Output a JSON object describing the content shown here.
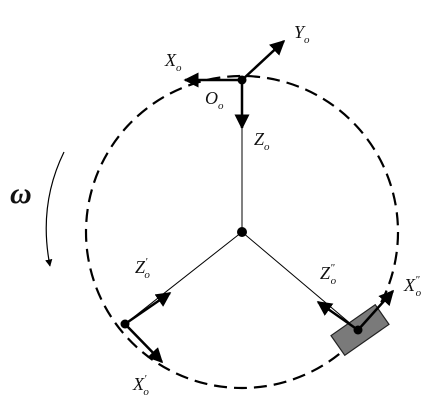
{
  "diagram": {
    "type": "rotating-frame-coordinate-diagram",
    "rotation_symbol": "ω",
    "rotation_direction": "counter-clockwise",
    "frames": {
      "top": {
        "origin_label": {
          "main": "O",
          "sub": "o"
        },
        "x_axis": {
          "main": "X",
          "sub": "o"
        },
        "y_axis": {
          "main": "Y",
          "sub": "o"
        },
        "z_axis": {
          "main": "Z",
          "sub": "o"
        }
      },
      "left": {
        "x_axis": {
          "main": "X",
          "sub": "o",
          "prime": "'"
        },
        "z_axis": {
          "main": "Z",
          "sub": "o",
          "prime": "'"
        }
      },
      "right": {
        "x_axis": {
          "main": "X",
          "sub": "o",
          "prime": "\""
        },
        "z_axis": {
          "main": "Z",
          "sub": "o",
          "prime": "\""
        }
      }
    },
    "colors": {
      "line": "#000000",
      "block": "#7a7a7a"
    }
  }
}
